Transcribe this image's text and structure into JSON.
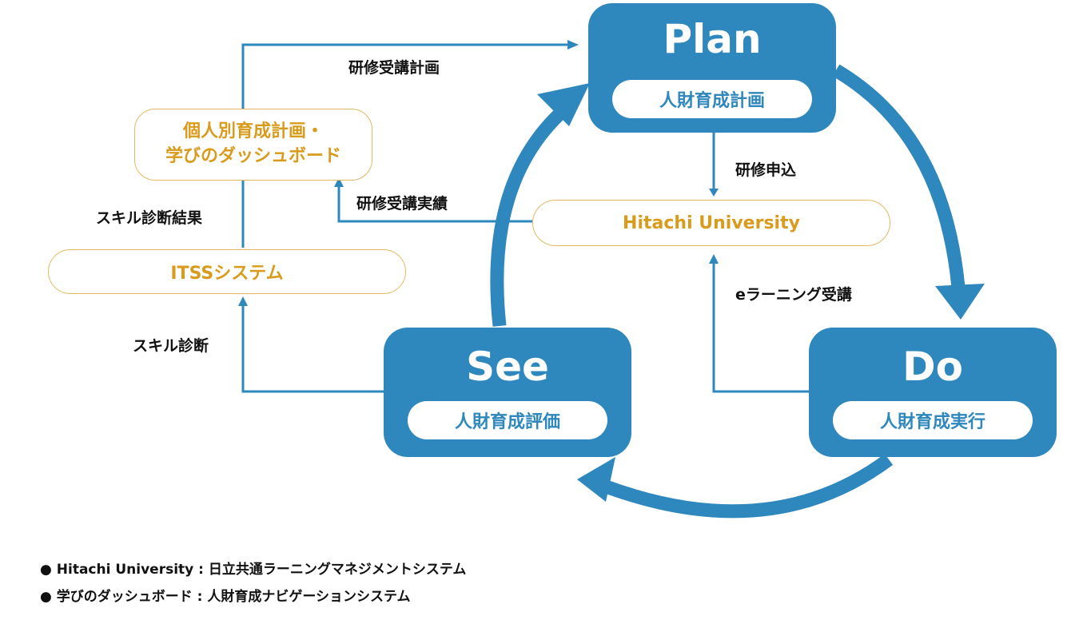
{
  "cycle": {
    "plan": {
      "title": "Plan",
      "subtitle": "人財育成計画"
    },
    "do": {
      "title": "Do",
      "subtitle": "人財育成実行"
    },
    "see": {
      "title": "See",
      "subtitle": "人財育成評価"
    }
  },
  "systems": {
    "hitachi_university": "Hitachi University",
    "personal_plan_line1": "個人別育成計画・",
    "personal_plan_line2": "学びのダッシュボード",
    "itss": "ITSSシステム"
  },
  "flow_labels": {
    "training_plan": "研修受講計画",
    "training_application": "研修申込",
    "training_record": "研修受講実績",
    "elearning": "eラーニング受講",
    "skill_result": "スキル診断結果",
    "skill_diagnosis": "スキル診断"
  },
  "legend": [
    {
      "bullet": "●",
      "text": "Hitachi University : 日立共通ラーニングマネジメントシステム"
    },
    {
      "bullet": "●",
      "text": "学びのダッシュボード : 人財育成ナビゲーションシステム"
    }
  ],
  "colors": {
    "primary_blue": "#2e87bd",
    "accent_gold": "#d89b1c",
    "pill_border": "#e3b863"
  }
}
